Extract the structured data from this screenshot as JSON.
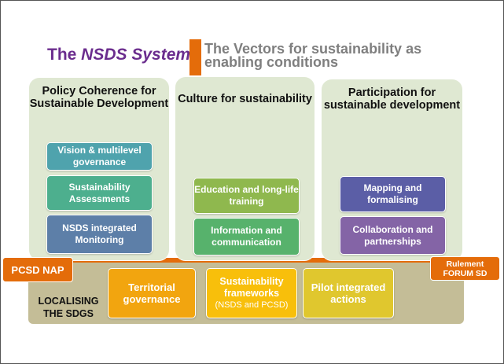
{
  "header": {
    "title_plain": "The ",
    "title_italic": "NSDS System",
    "subtitle": "The Vectors for sustainability as enabling conditions"
  },
  "columns": [
    {
      "title": "Policy Coherence for Sustainable Development",
      "items": [
        "Vision & multilevel governance",
        "Sustainability Assessments",
        "NSDS  integrated Monitoring"
      ]
    },
    {
      "title": "Culture for sustainability",
      "items": [
        "Education and long-life training",
        "Information and communication"
      ]
    },
    {
      "title": "Participation for sustainable development",
      "items": [
        "Mapping and formalising",
        "Collaboration and partnerships"
      ]
    }
  ],
  "base": {
    "label": "LOCALISING THE SDGS",
    "left_tag": "PCSD NAP",
    "right_tag": "Rulement FORUM SD",
    "items": [
      {
        "label": "Territorial governance"
      },
      {
        "label": "Sustainability frameworks",
        "sub": "(NSDS and PCSD)"
      },
      {
        "label": "Pilot integrated actions"
      }
    ]
  },
  "colors": {
    "accent": "#e46c0a",
    "title": "#6b2d8e",
    "column_bg": "#dfe8d2",
    "base_bg": "#c4bd97"
  }
}
